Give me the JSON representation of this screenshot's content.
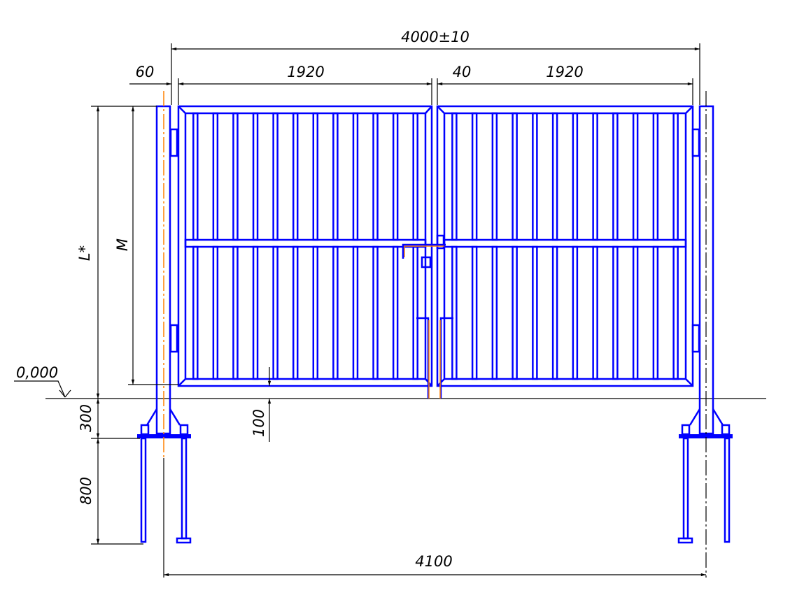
{
  "drawing": {
    "dimensions": {
      "overall_width": "4000±10",
      "post_offset": "60",
      "left_leaf_width": "1920",
      "center_gap": "40",
      "right_leaf_width": "1920",
      "total_height": "L*",
      "leaf_height": "M",
      "level_mark": "0,000",
      "ground_clearance": "300",
      "bottom_gap": "100",
      "foundation_depth": "800",
      "post_span": "4100"
    },
    "pickets_per_leaf": 12,
    "colors": {
      "structure": "#0000ff",
      "dimension": "#000000",
      "axis": "#ff8000"
    }
  }
}
